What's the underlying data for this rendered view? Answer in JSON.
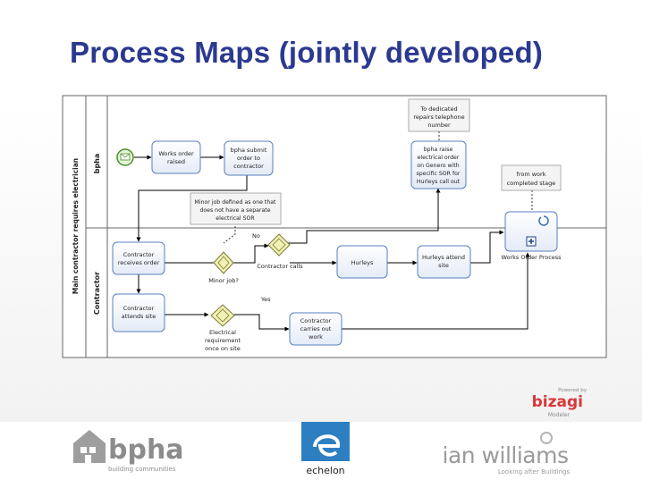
{
  "slide": {
    "title": "Process Maps (jointly developed)"
  },
  "diagram": {
    "pool_label": "Main contractor requires electrician",
    "lanes": [
      "bpha",
      "Contractor"
    ],
    "tasks": {
      "works_order_raised": [
        "Works order",
        "raised"
      ],
      "bpha_submit": [
        "bpha submit",
        "order to",
        "contractor"
      ],
      "bpha_raise": [
        "bpha raise",
        "electrical order",
        "on Genero with",
        "specific SOR for",
        "Hurleys call out"
      ],
      "contractor_receives": [
        "Contractor",
        "receives order"
      ],
      "contractor_attends": [
        "Contractor",
        "attends site"
      ],
      "hurleys": [
        "Hurleys"
      ],
      "hurleys_attend": [
        "Hurleys attend",
        "site"
      ],
      "contractor_carries": [
        "Contractor",
        "carries out",
        "work"
      ],
      "works_order_process": [
        "Works Order Process"
      ]
    },
    "annotations": {
      "dedicated": [
        "To dedicated",
        "repairs telephone",
        "number"
      ],
      "minor_job": [
        "Minor job defined as one that",
        "does not have a separate",
        "electrical SOR"
      ],
      "from_work": [
        "from work",
        "completed stage"
      ]
    },
    "gateway_labels": {
      "minor_job": "Minor job?",
      "electrical": [
        "Electrical",
        "requirement",
        "once on site"
      ],
      "contractor_calls": "Contractor calls"
    },
    "flow_labels": {
      "no": "No",
      "yes": "Yes"
    }
  },
  "logos": {
    "bizagi_powered": "Powered by",
    "bizagi_name": "bizagi",
    "bizagi_modeler": "Modeler",
    "bpha_name": "bpha",
    "bpha_tagline": "building communities",
    "echelon_name": "echelon",
    "ian_williams_name": "ian williams",
    "ian_williams_tagline": "Looking after Buildings"
  },
  "colors": {
    "title": "#2b3990",
    "task_fill": "#eef2fa",
    "task_stroke": "#5a7fc0",
    "gateway_fill": "#f1f1b5",
    "gateway_stroke": "#7a7a35",
    "bpha_grey": "#8c8c8c",
    "echelon_blue": "#2e7fc2",
    "bizagi_red": "#d9383a"
  }
}
